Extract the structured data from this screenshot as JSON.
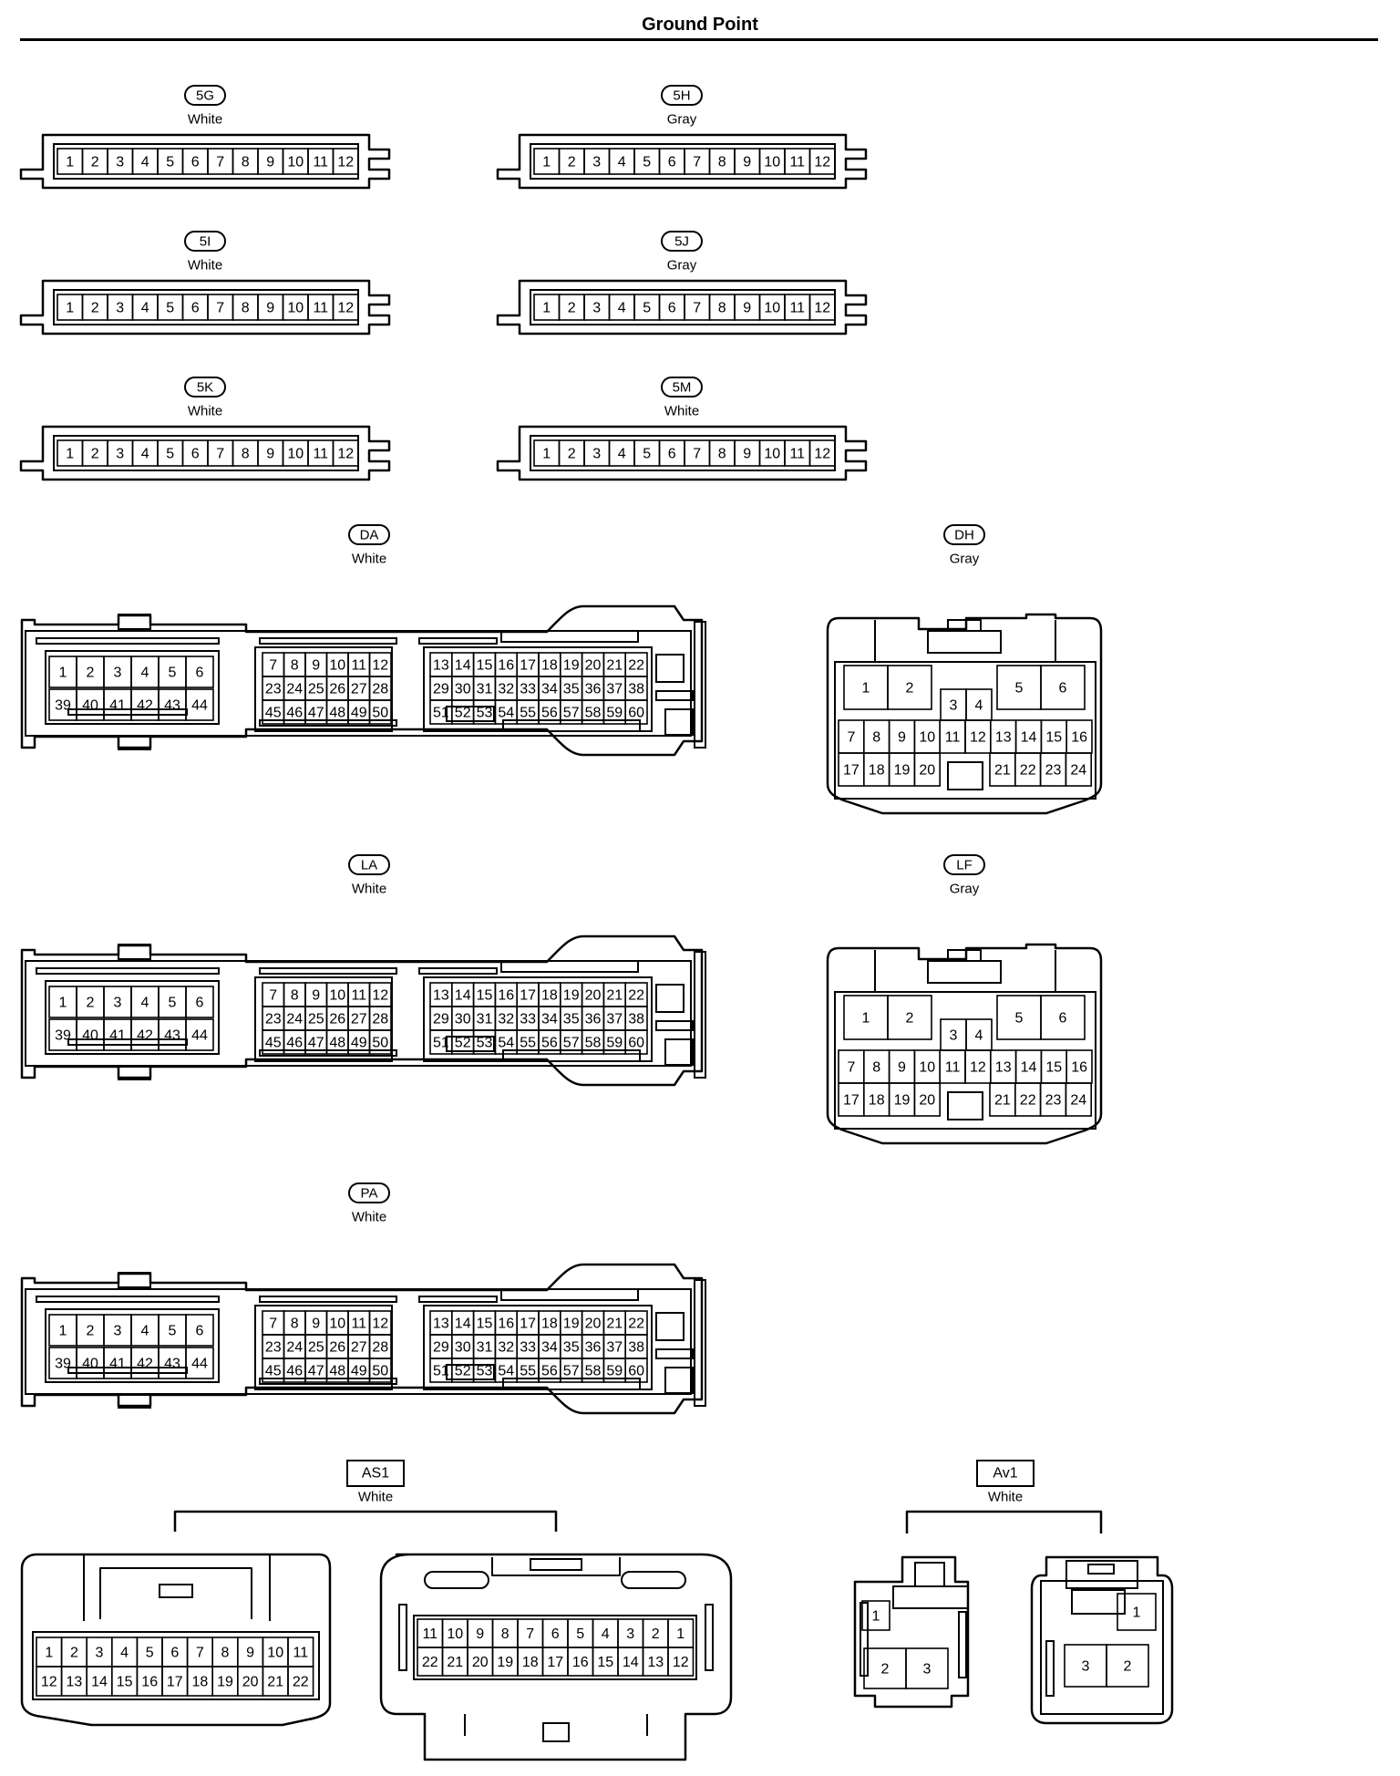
{
  "header": {
    "title": "Ground Point"
  },
  "connectors": [
    {
      "id": "5G",
      "color": "White",
      "pins": [
        "1",
        "2",
        "3",
        "4",
        "5",
        "6",
        "7",
        "8",
        "9",
        "10",
        "11",
        "12"
      ]
    },
    {
      "id": "5H",
      "color": "Gray",
      "pins": [
        "1",
        "2",
        "3",
        "4",
        "5",
        "6",
        "7",
        "8",
        "9",
        "10",
        "11",
        "12"
      ]
    },
    {
      "id": "5I",
      "color": "White",
      "pins": [
        "1",
        "2",
        "3",
        "4",
        "5",
        "6",
        "7",
        "8",
        "9",
        "10",
        "11",
        "12"
      ]
    },
    {
      "id": "5J",
      "color": "Gray",
      "pins": [
        "1",
        "2",
        "3",
        "4",
        "5",
        "6",
        "7",
        "8",
        "9",
        "10",
        "11",
        "12"
      ]
    },
    {
      "id": "5K",
      "color": "White",
      "pins": [
        "1",
        "2",
        "3",
        "4",
        "5",
        "6",
        "7",
        "8",
        "9",
        "10",
        "11",
        "12"
      ]
    },
    {
      "id": "5M",
      "color": "White",
      "pins": [
        "1",
        "2",
        "3",
        "4",
        "5",
        "6",
        "7",
        "8",
        "9",
        "10",
        "11",
        "12"
      ]
    },
    {
      "id": "DA",
      "color": "White",
      "block_a": [
        [
          "1",
          "2",
          "3",
          "4",
          "5",
          "6"
        ],
        [
          "39",
          "40",
          "41",
          "42",
          "43",
          "44"
        ]
      ],
      "block_b": [
        [
          "7",
          "8",
          "9",
          "10",
          "11",
          "12"
        ],
        [
          "23",
          "24",
          "25",
          "26",
          "27",
          "28"
        ],
        [
          "45",
          "46",
          "47",
          "48",
          "49",
          "50"
        ]
      ],
      "block_c": [
        [
          "13",
          "14",
          "15",
          "16",
          "17",
          "18",
          "19",
          "20",
          "21",
          "22"
        ],
        [
          "29",
          "30",
          "31",
          "32",
          "33",
          "34",
          "35",
          "36",
          "37",
          "38"
        ],
        [
          "51",
          "52",
          "53",
          "54",
          "55",
          "56",
          "57",
          "58",
          "59",
          "60"
        ]
      ]
    },
    {
      "id": "DH",
      "color": "Gray",
      "top_left": [
        "1",
        "2"
      ],
      "top_mid": [
        "3",
        "4"
      ],
      "top_right": [
        "5",
        "6"
      ],
      "row1": [
        "7",
        "8",
        "9",
        "10",
        "11",
        "12",
        "13",
        "14",
        "15",
        "16"
      ],
      "row2_left": [
        "17",
        "18",
        "19",
        "20"
      ],
      "row2_right": [
        "21",
        "22",
        "23",
        "24"
      ]
    },
    {
      "id": "LA",
      "color": "White",
      "block_a": [
        [
          "1",
          "2",
          "3",
          "4",
          "5",
          "6"
        ],
        [
          "39",
          "40",
          "41",
          "42",
          "43",
          "44"
        ]
      ],
      "block_b": [
        [
          "7",
          "8",
          "9",
          "10",
          "11",
          "12"
        ],
        [
          "23",
          "24",
          "25",
          "26",
          "27",
          "28"
        ],
        [
          "45",
          "46",
          "47",
          "48",
          "49",
          "50"
        ]
      ],
      "block_c": [
        [
          "13",
          "14",
          "15",
          "16",
          "17",
          "18",
          "19",
          "20",
          "21",
          "22"
        ],
        [
          "29",
          "30",
          "31",
          "32",
          "33",
          "34",
          "35",
          "36",
          "37",
          "38"
        ],
        [
          "51",
          "52",
          "53",
          "54",
          "55",
          "56",
          "57",
          "58",
          "59",
          "60"
        ]
      ]
    },
    {
      "id": "LF",
      "color": "Gray",
      "top_left": [
        "1",
        "2"
      ],
      "top_mid": [
        "3",
        "4"
      ],
      "top_right": [
        "5",
        "6"
      ],
      "row1": [
        "7",
        "8",
        "9",
        "10",
        "11",
        "12",
        "13",
        "14",
        "15",
        "16"
      ],
      "row2_left": [
        "17",
        "18",
        "19",
        "20"
      ],
      "row2_right": [
        "21",
        "22",
        "23",
        "24"
      ]
    },
    {
      "id": "PA",
      "color": "White",
      "block_a": [
        [
          "1",
          "2",
          "3",
          "4",
          "5",
          "6"
        ],
        [
          "39",
          "40",
          "41",
          "42",
          "43",
          "44"
        ]
      ],
      "block_b": [
        [
          "7",
          "8",
          "9",
          "10",
          "11",
          "12"
        ],
        [
          "23",
          "24",
          "25",
          "26",
          "27",
          "28"
        ],
        [
          "45",
          "46",
          "47",
          "48",
          "49",
          "50"
        ]
      ],
      "block_c": [
        [
          "13",
          "14",
          "15",
          "16",
          "17",
          "18",
          "19",
          "20",
          "21",
          "22"
        ],
        [
          "29",
          "30",
          "31",
          "32",
          "33",
          "34",
          "35",
          "36",
          "37",
          "38"
        ],
        [
          "51",
          "52",
          "53",
          "54",
          "55",
          "56",
          "57",
          "58",
          "59",
          "60"
        ]
      ]
    },
    {
      "id": "AS1",
      "color": "White",
      "left": [
        [
          "1",
          "2",
          "3",
          "4",
          "5",
          "6",
          "7",
          "8",
          "9",
          "10",
          "11"
        ],
        [
          "12",
          "13",
          "14",
          "15",
          "16",
          "17",
          "18",
          "19",
          "20",
          "21",
          "22"
        ]
      ],
      "right": [
        [
          "11",
          "10",
          "9",
          "8",
          "7",
          "6",
          "5",
          "4",
          "3",
          "2",
          "1"
        ],
        [
          "22",
          "21",
          "20",
          "19",
          "18",
          "17",
          "16",
          "15",
          "14",
          "13",
          "12"
        ]
      ]
    },
    {
      "id": "Av1",
      "color": "White",
      "left": {
        "top": "1",
        "bottom": [
          "2",
          "3"
        ]
      },
      "right": {
        "top": "1",
        "bottom": [
          "3",
          "2"
        ]
      }
    }
  ]
}
